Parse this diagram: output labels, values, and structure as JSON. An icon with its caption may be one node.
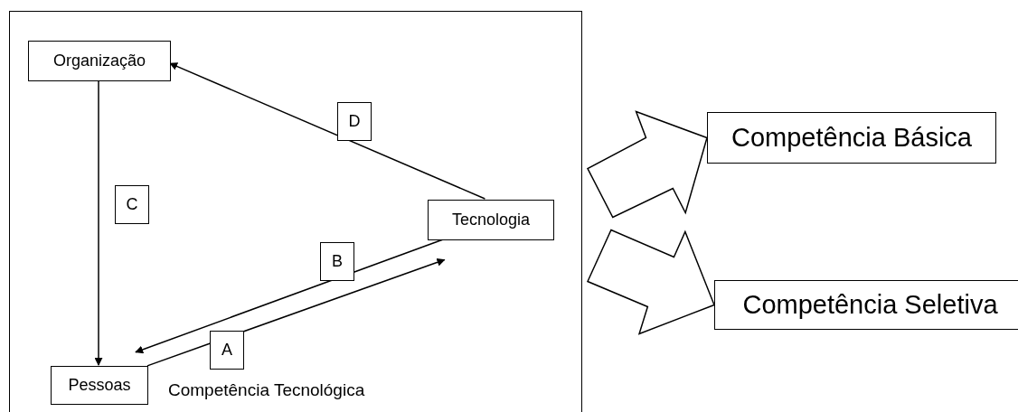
{
  "diagram": {
    "nodes": [
      {
        "text": [
          "Competência Tecnológica"
        ]
      },
      {
        "text": [
          "Organização"
        ],
        "in": 0
      },
      {
        "text": [
          "Tecnologia"
        ],
        "in": 0
      },
      {
        "text": [
          "Pessoas"
        ],
        "in": 0
      },
      {
        "text": [
          "Competência Básica"
        ]
      },
      {
        "text": [
          "Competência Seletiva"
        ]
      }
    ],
    "edges": [
      {
        "from": 1,
        "to": 3,
        "arrow": "to",
        "label": "C"
      },
      {
        "from": 2,
        "to": 1,
        "arrow": "to",
        "label": "D"
      },
      {
        "from": 2,
        "to": 3,
        "arrow": "to",
        "label": "B"
      },
      {
        "from": 3,
        "to": 2,
        "arrow": "to",
        "label": "A"
      },
      {
        "from": 0,
        "to": 4,
        "arrow": "to",
        "style": "thick"
      },
      {
        "from": 0,
        "to": 5,
        "arrow": "to",
        "style": "thick"
      }
    ]
  }
}
